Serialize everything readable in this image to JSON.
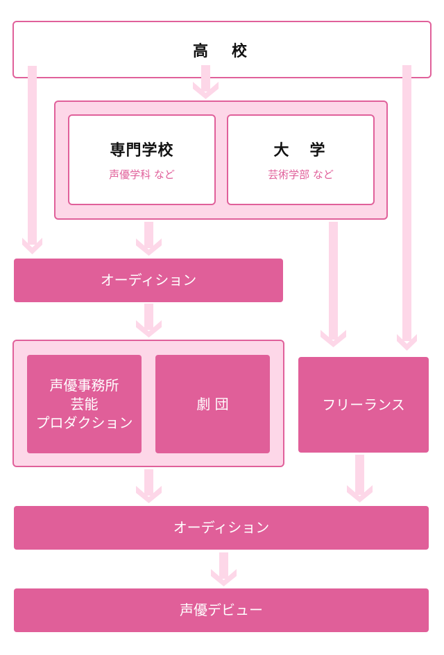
{
  "colors": {
    "accent": "#e05f99",
    "border": "#e0609a",
    "panel": "#fdd7e8",
    "arrow": "#fdd7e8",
    "text_dark": "#111111",
    "text_light": "#ffffff"
  },
  "nodes": {
    "high_school": "高　校",
    "vocational_school": {
      "title": "専門学校",
      "subtitle": "声優学科 など"
    },
    "university": {
      "title": "大　学",
      "subtitle": "芸術学部 など"
    },
    "audition_1": "オーディション",
    "agency": [
      "声優事務所",
      "芸能",
      "プロダクション"
    ],
    "theater_company": "劇 団",
    "freelance": "フリーランス",
    "audition_2": "オーディション",
    "debut": "声優デビュー"
  }
}
